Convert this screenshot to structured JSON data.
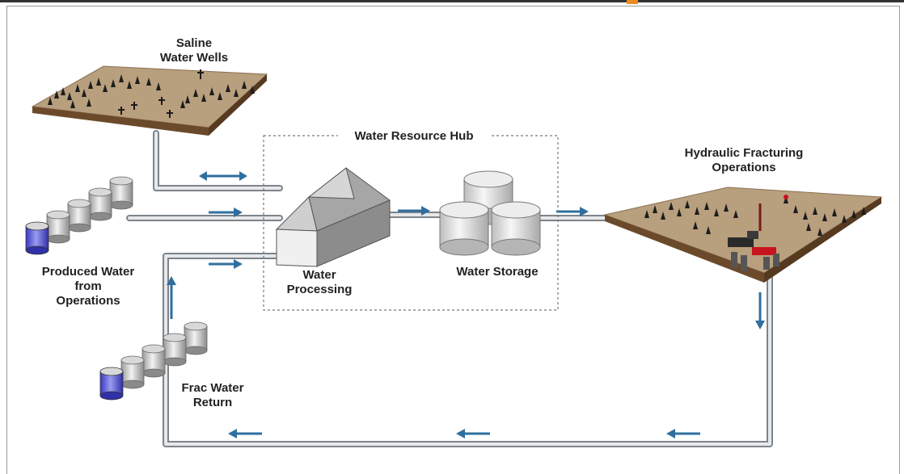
{
  "labels": {
    "saline_line1": "Saline",
    "saline_line2": "Water Wells",
    "hub_title": "Water Resource Hub",
    "hydraulic_line1": "Hydraulic Fracturing",
    "hydraulic_line2": "Operations",
    "produced_line1": "Produced Water",
    "produced_line2": "from",
    "produced_line3": "Operations",
    "processing_line1": "Water",
    "processing_line2": "Processing",
    "storage": "Water Storage",
    "frac_line1": "Frac Water",
    "frac_line2": "Return"
  },
  "colors": {
    "pipe": "#9aa0a6",
    "arrow": "#2f6f9f",
    "ground": "#b89f7d",
    "ground_side": "#6b4a2b",
    "tank": "#cfcfcf",
    "tank_blue": "#5a5ad8",
    "accent": "#f08a1e"
  }
}
